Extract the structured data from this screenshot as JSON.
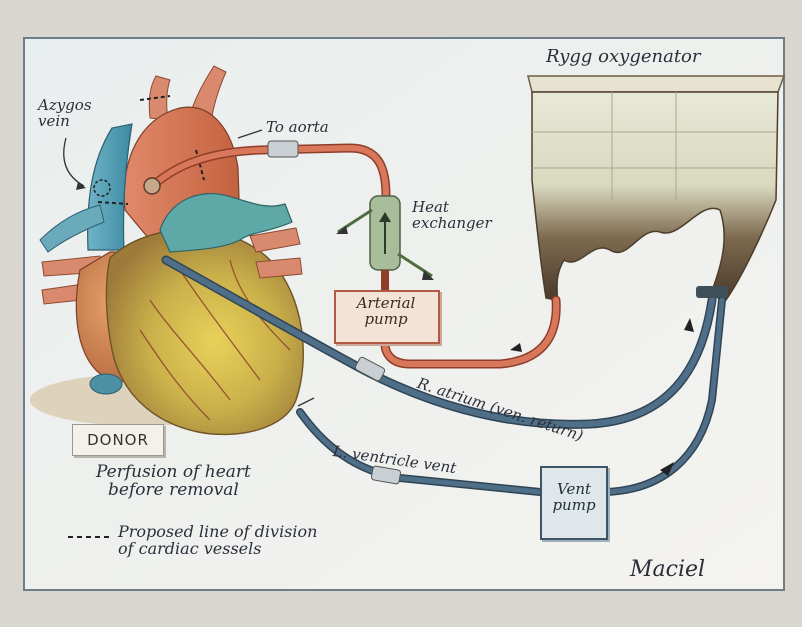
{
  "labels": {
    "azygos": "Azygos\nvein",
    "to_aorta": "To aorta",
    "rygg": "Rygg oxygenator",
    "heat_exchanger": "Heat\nexchanger",
    "arterial_pump": "Arterial\npump",
    "r_atrium": "R. atrium (ven. return)",
    "l_ventricle": "L. ventricle vent",
    "vent_pump": "Vent\npump",
    "donor": "DONOR",
    "perfusion": "Perfusion of heart\nbefore removal",
    "proposed": "Proposed line of division\nof cardiac vessels",
    "signature": "Maciel"
  },
  "colors": {
    "paper": "#eef0ee",
    "arterial_tube": "#d9775a",
    "venous_tube": "#4f6e88",
    "pump_fill": "#f3e3d6",
    "pump_border": "#b05a45",
    "vent_fill": "#dfe7ea",
    "vent_border": "#3e5567"
  }
}
